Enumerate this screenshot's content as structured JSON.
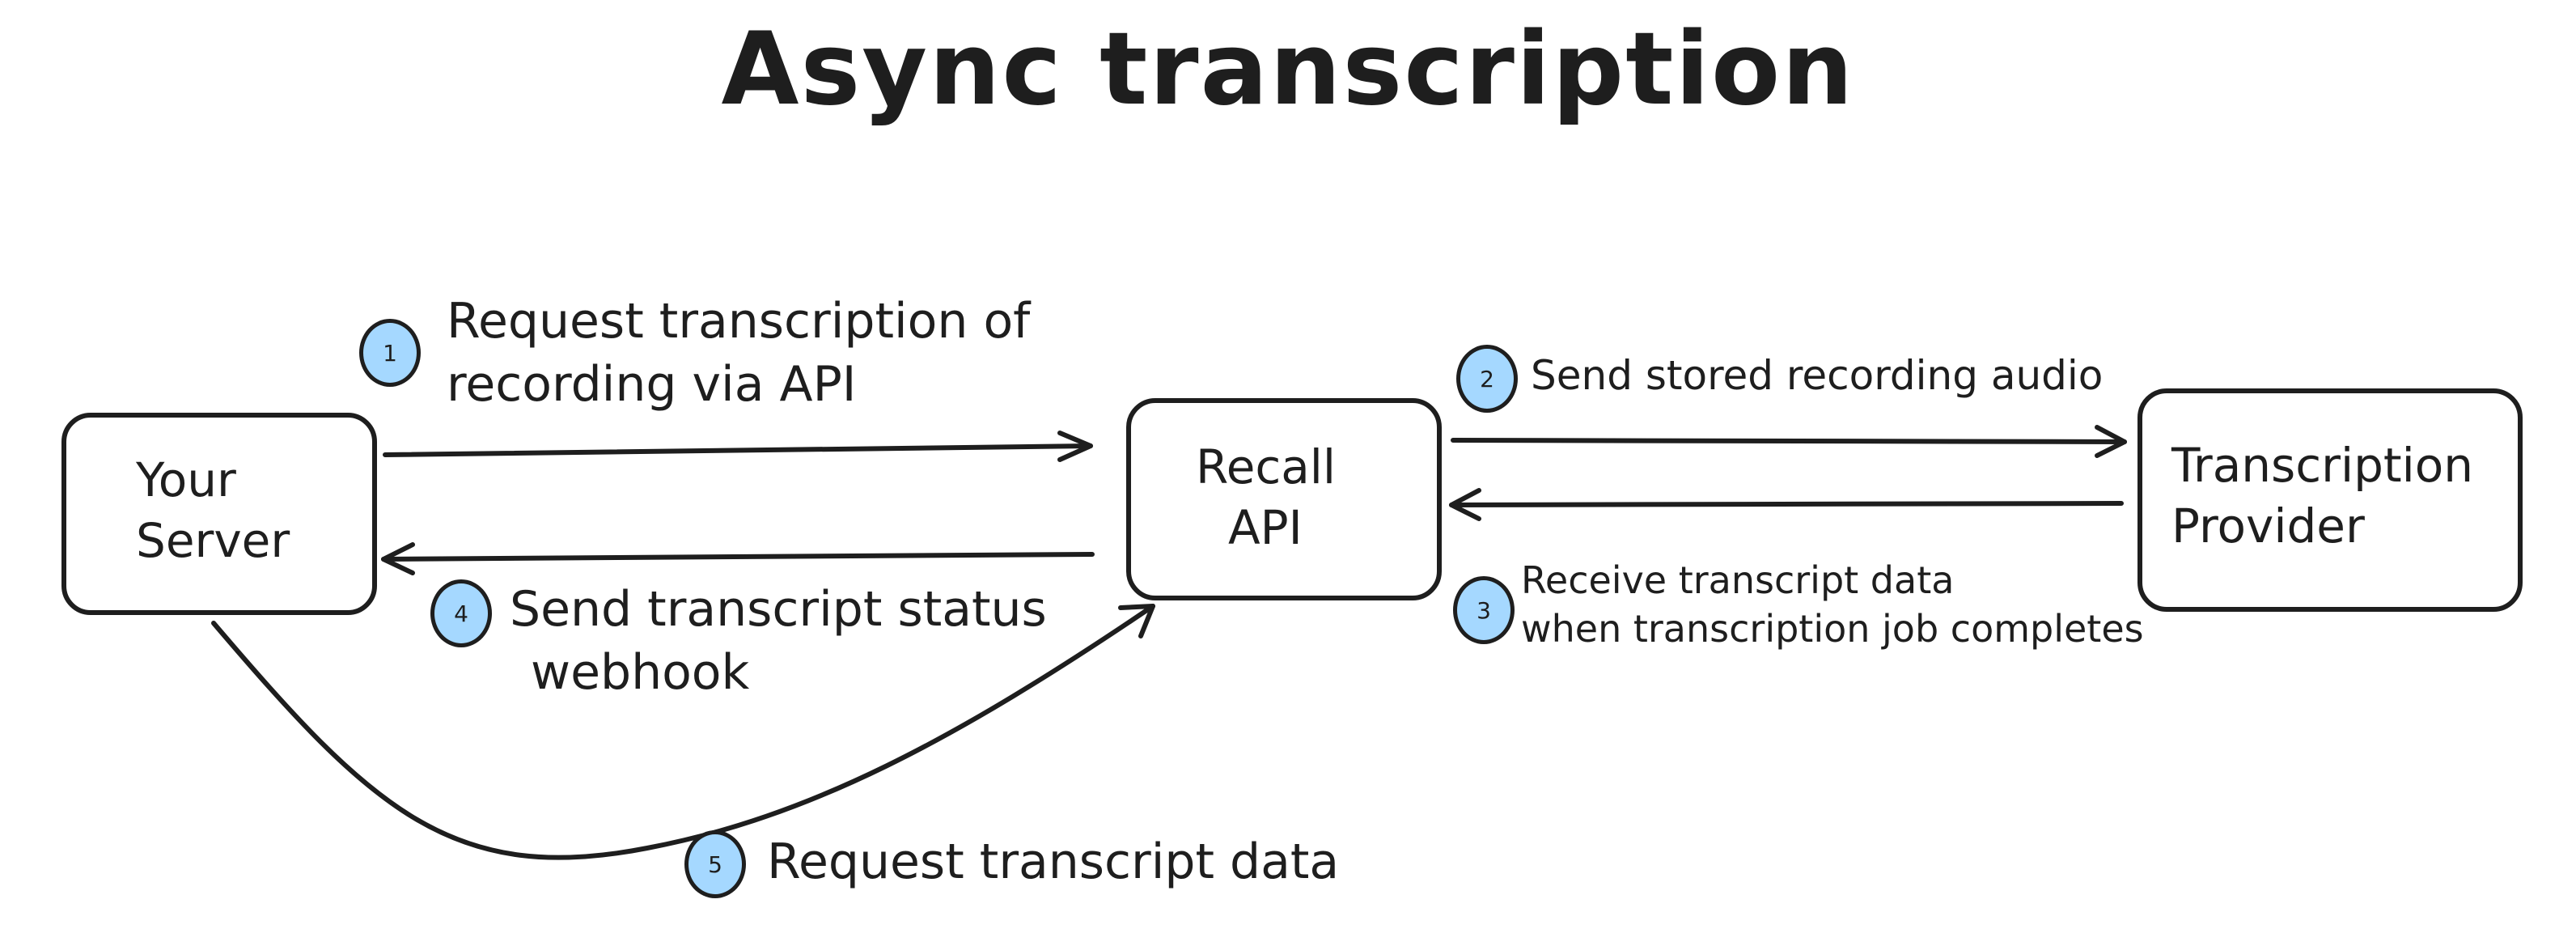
{
  "title": "Async transcription",
  "nodes": {
    "server": {
      "line1": "Your",
      "line2": "Server"
    },
    "recall": {
      "line1": "Recall",
      "line2": "API"
    },
    "provider": {
      "line1": "Transcription",
      "line2": "Provider"
    }
  },
  "steps": [
    {
      "number": "1",
      "lines": [
        "Request transcription of",
        "recording via API"
      ]
    },
    {
      "number": "2",
      "lines": [
        "Send stored recording audio"
      ]
    },
    {
      "number": "3",
      "lines": [
        "Receive transcript data",
        "when transcription job completes"
      ]
    },
    {
      "number": "4",
      "lines": [
        "Send transcript status",
        "webhook"
      ]
    },
    {
      "number": "5",
      "lines": [
        "Request transcript data"
      ]
    }
  ],
  "colors": {
    "stroke": "#1e1e1e",
    "badge_fill": "#a5d8ff",
    "background": "#ffffff"
  }
}
